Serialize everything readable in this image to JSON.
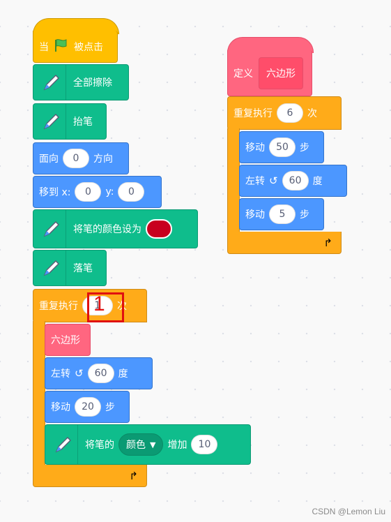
{
  "script_main": {
    "hat": {
      "text_before": "当",
      "text_after": "被点击",
      "icon": "green-flag-icon"
    },
    "clear": {
      "label": "全部擦除"
    },
    "pen_up": {
      "label": "抬笔"
    },
    "point_direction": {
      "label": "面向",
      "value": "0",
      "suffix": "方向"
    },
    "goto": {
      "label": "移到 x:",
      "x": "0",
      "y_label": "y:",
      "y": "0"
    },
    "set_pen_color": {
      "label": "将笔的颜色设为",
      "color": "#c8001e"
    },
    "pen_down": {
      "label": "落笔"
    },
    "repeat": {
      "label": "重复执行",
      "count": "1",
      "suffix": "次"
    },
    "call_hexagon": {
      "label": "六边形"
    },
    "turn_left": {
      "label": "左转",
      "value": "60",
      "suffix": "度"
    },
    "move": {
      "label": "移动",
      "value": "20",
      "suffix": "步"
    },
    "change_pen": {
      "label": "将笔的",
      "param": "颜色",
      "op": "增加",
      "value": "10"
    }
  },
  "script_define": {
    "define": {
      "label": "定义",
      "name": "六边形"
    },
    "repeat": {
      "label": "重复执行",
      "count": "6",
      "suffix": "次"
    },
    "move1": {
      "label": "移动",
      "value": "50",
      "suffix": "步"
    },
    "turn_left": {
      "label": "左转",
      "value": "60",
      "suffix": "度"
    },
    "move2": {
      "label": "移动",
      "value": "5",
      "suffix": "步"
    }
  },
  "annotation": {
    "number": "1"
  },
  "watermark": "CSDN @Lemon Liu"
}
